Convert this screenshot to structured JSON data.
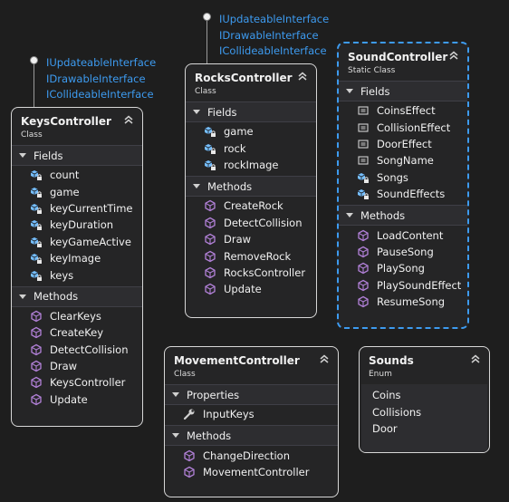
{
  "keys_controller": {
    "name": "KeysController",
    "kind": "Class",
    "interfaces": [
      "IUpdateableInterface",
      "IDrawableInterface",
      "ICollideableInterface"
    ],
    "fields_label": "Fields",
    "fields": [
      "count",
      "game",
      "keyCurrentTime",
      "keyDuration",
      "keyGameActive",
      "keyImage",
      "keys"
    ],
    "methods_label": "Methods",
    "methods": [
      "ClearKeys",
      "CreateKey",
      "DetectCollision",
      "Draw",
      "KeysController",
      "Update"
    ]
  },
  "rocks_controller": {
    "name": "RocksController",
    "kind": "Class",
    "interfaces": [
      "IUpdateableInterface",
      "IDrawableInterface",
      "ICollideableInterface"
    ],
    "fields_label": "Fields",
    "fields": [
      "game",
      "rock",
      "rockImage"
    ],
    "methods_label": "Methods",
    "methods": [
      "CreateRock",
      "DetectCollision",
      "Draw",
      "RemoveRock",
      "RocksController",
      "Update"
    ]
  },
  "sound_controller": {
    "name": "SoundController",
    "kind": "Static Class",
    "fields_label": "Fields",
    "fields": [
      "CoinsEffect",
      "CollisionEffect",
      "DoorEffect",
      "SongName",
      "Songs",
      "SoundEffects"
    ],
    "methods_label": "Methods",
    "methods": [
      "LoadContent",
      "PauseSong",
      "PlaySong",
      "PlaySoundEffect",
      "ResumeSong"
    ]
  },
  "movement_controller": {
    "name": "MovementController",
    "kind": "Class",
    "properties_label": "Properties",
    "properties": [
      "InputKeys"
    ],
    "methods_label": "Methods",
    "methods": [
      "ChangeDirection",
      "MovementController"
    ]
  },
  "sounds_enum": {
    "name": "Sounds",
    "kind": "Enum",
    "values": [
      "Coins",
      "Collisions",
      "Door"
    ]
  },
  "colors": {
    "background": "#1e1e1e",
    "box": "#252526",
    "interface_text": "#3d9bf0",
    "method_icon": "#b180d7",
    "field_icon": "#75beff",
    "selection_border": "#3d9bf0"
  }
}
